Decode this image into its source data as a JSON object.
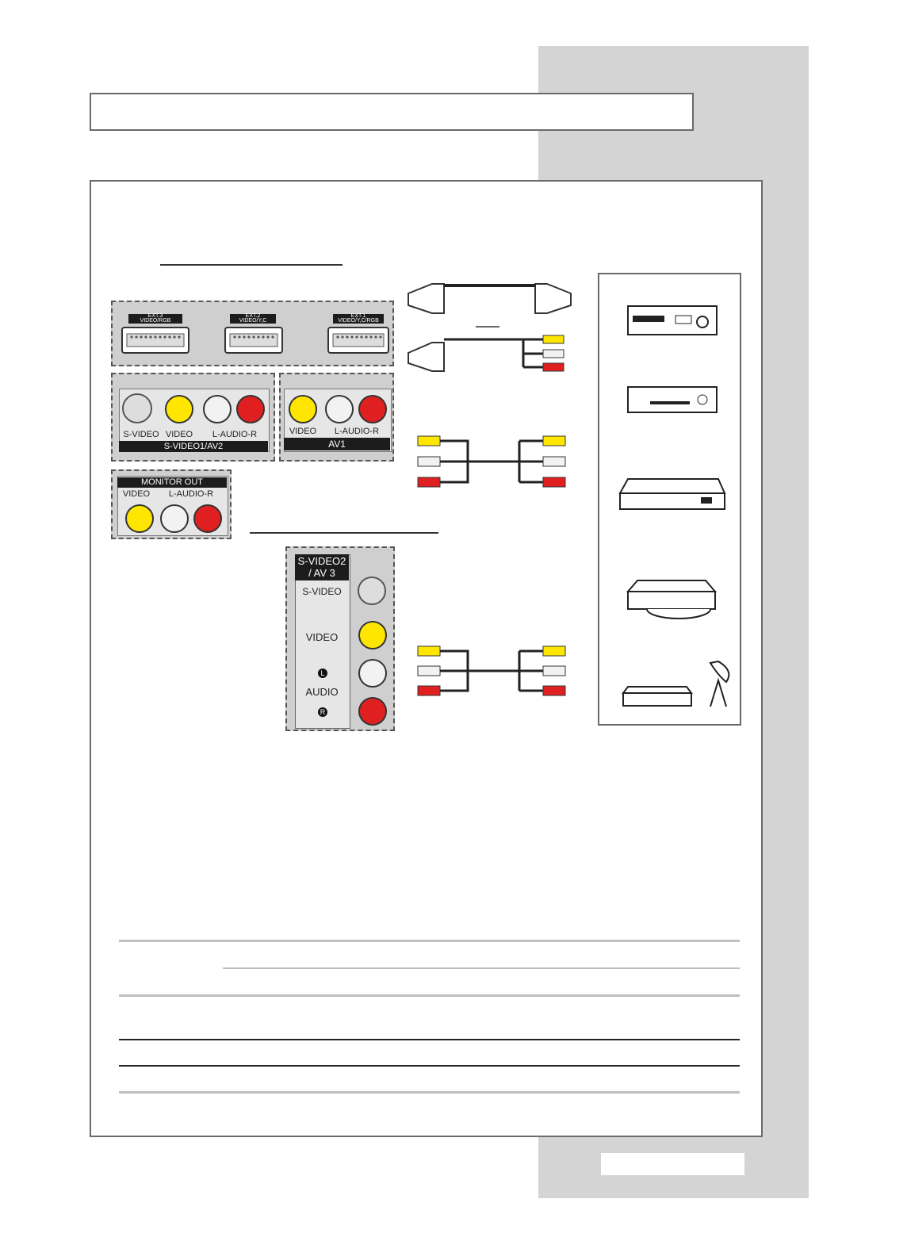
{
  "labels": {
    "ext3": "EXT.3",
    "ext3_sub": "VIDEO/RGB",
    "ext2": "EXT.2",
    "ext2_sub": "VIDEO/Y,C",
    "ext1": "EXT.1",
    "ext1_sub": "VIDEO/Y,C/RGB",
    "svideo": "S-VIDEO",
    "video": "VIDEO",
    "audio_lr": "L-AUDIO-R",
    "svideo1_av2": "S-VIDEO1/AV2",
    "av1": "AV1",
    "monitor_out": "MONITOR OUT",
    "svideo2_av3_line1": "S-VIDEO2",
    "svideo2_av3_line2": "/ AV 3",
    "side_svideo": "S-VIDEO",
    "side_video": "VIDEO",
    "side_l": "L",
    "side_audio": "AUDIO",
    "side_r": "R"
  },
  "colors": {
    "sidebar": "#d4d4d4",
    "panel": "#cfcfcf",
    "yellow": "#ffe600",
    "white": "#f2f2f2",
    "red": "#e02020"
  },
  "icons": [
    "vcr-icon",
    "dvd-player-icon",
    "set-top-box-icon",
    "disc-drive-icon",
    "satellite-receiver-icon"
  ]
}
